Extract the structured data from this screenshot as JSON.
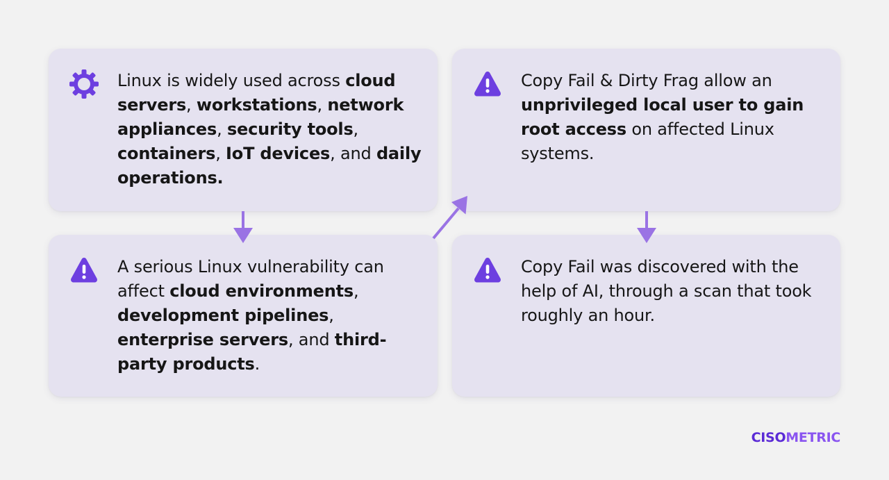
{
  "colors": {
    "background": "#f2f2f2",
    "card": "#e5e2f0",
    "icon_accent": "#6d3fe0",
    "arrow": "#9a73e4",
    "brand_primary": "#5b2bd6",
    "brand_secondary": "#8a55f0"
  },
  "cards": [
    {
      "icon": "gear-icon",
      "segments": [
        {
          "text": "Linux is widely used across ",
          "bold": false
        },
        {
          "text": "cloud servers",
          "bold": true
        },
        {
          "text": ", ",
          "bold": false
        },
        {
          "text": "workstations",
          "bold": true
        },
        {
          "text": ", ",
          "bold": false
        },
        {
          "text": "network appliances",
          "bold": true
        },
        {
          "text": ", ",
          "bold": false
        },
        {
          "text": "security tools",
          "bold": true
        },
        {
          "text": ", ",
          "bold": false
        },
        {
          "text": "containers",
          "bold": true
        },
        {
          "text": ", ",
          "bold": false
        },
        {
          "text": "IoT devices",
          "bold": true
        },
        {
          "text": ", and ",
          "bold": false
        },
        {
          "text": "daily operations.",
          "bold": true
        }
      ]
    },
    {
      "icon": "warning-icon",
      "segments": [
        {
          "text": "Copy Fail & Dirty Frag allow an ",
          "bold": false
        },
        {
          "text": "unprivileged local user to gain root access",
          "bold": true
        },
        {
          "text": " on affected Linux systems.",
          "bold": false
        }
      ]
    },
    {
      "icon": "warning-icon",
      "segments": [
        {
          "text": "A serious Linux vulnerability can affect ",
          "bold": false
        },
        {
          "text": "cloud environments",
          "bold": true
        },
        {
          "text": ", ",
          "bold": false
        },
        {
          "text": "development pipelines",
          "bold": true
        },
        {
          "text": ", ",
          "bold": false
        },
        {
          "text": "enterprise servers",
          "bold": true
        },
        {
          "text": ", and ",
          "bold": false
        },
        {
          "text": "third-party products",
          "bold": true
        },
        {
          "text": ".",
          "bold": false
        }
      ]
    },
    {
      "icon": "warning-icon",
      "segments": [
        {
          "text": "Copy Fail was discovered with the help of AI, through a scan that took roughly an hour.",
          "bold": false
        }
      ]
    }
  ],
  "brand": {
    "part1": "CISO",
    "part2": "METRIC"
  }
}
